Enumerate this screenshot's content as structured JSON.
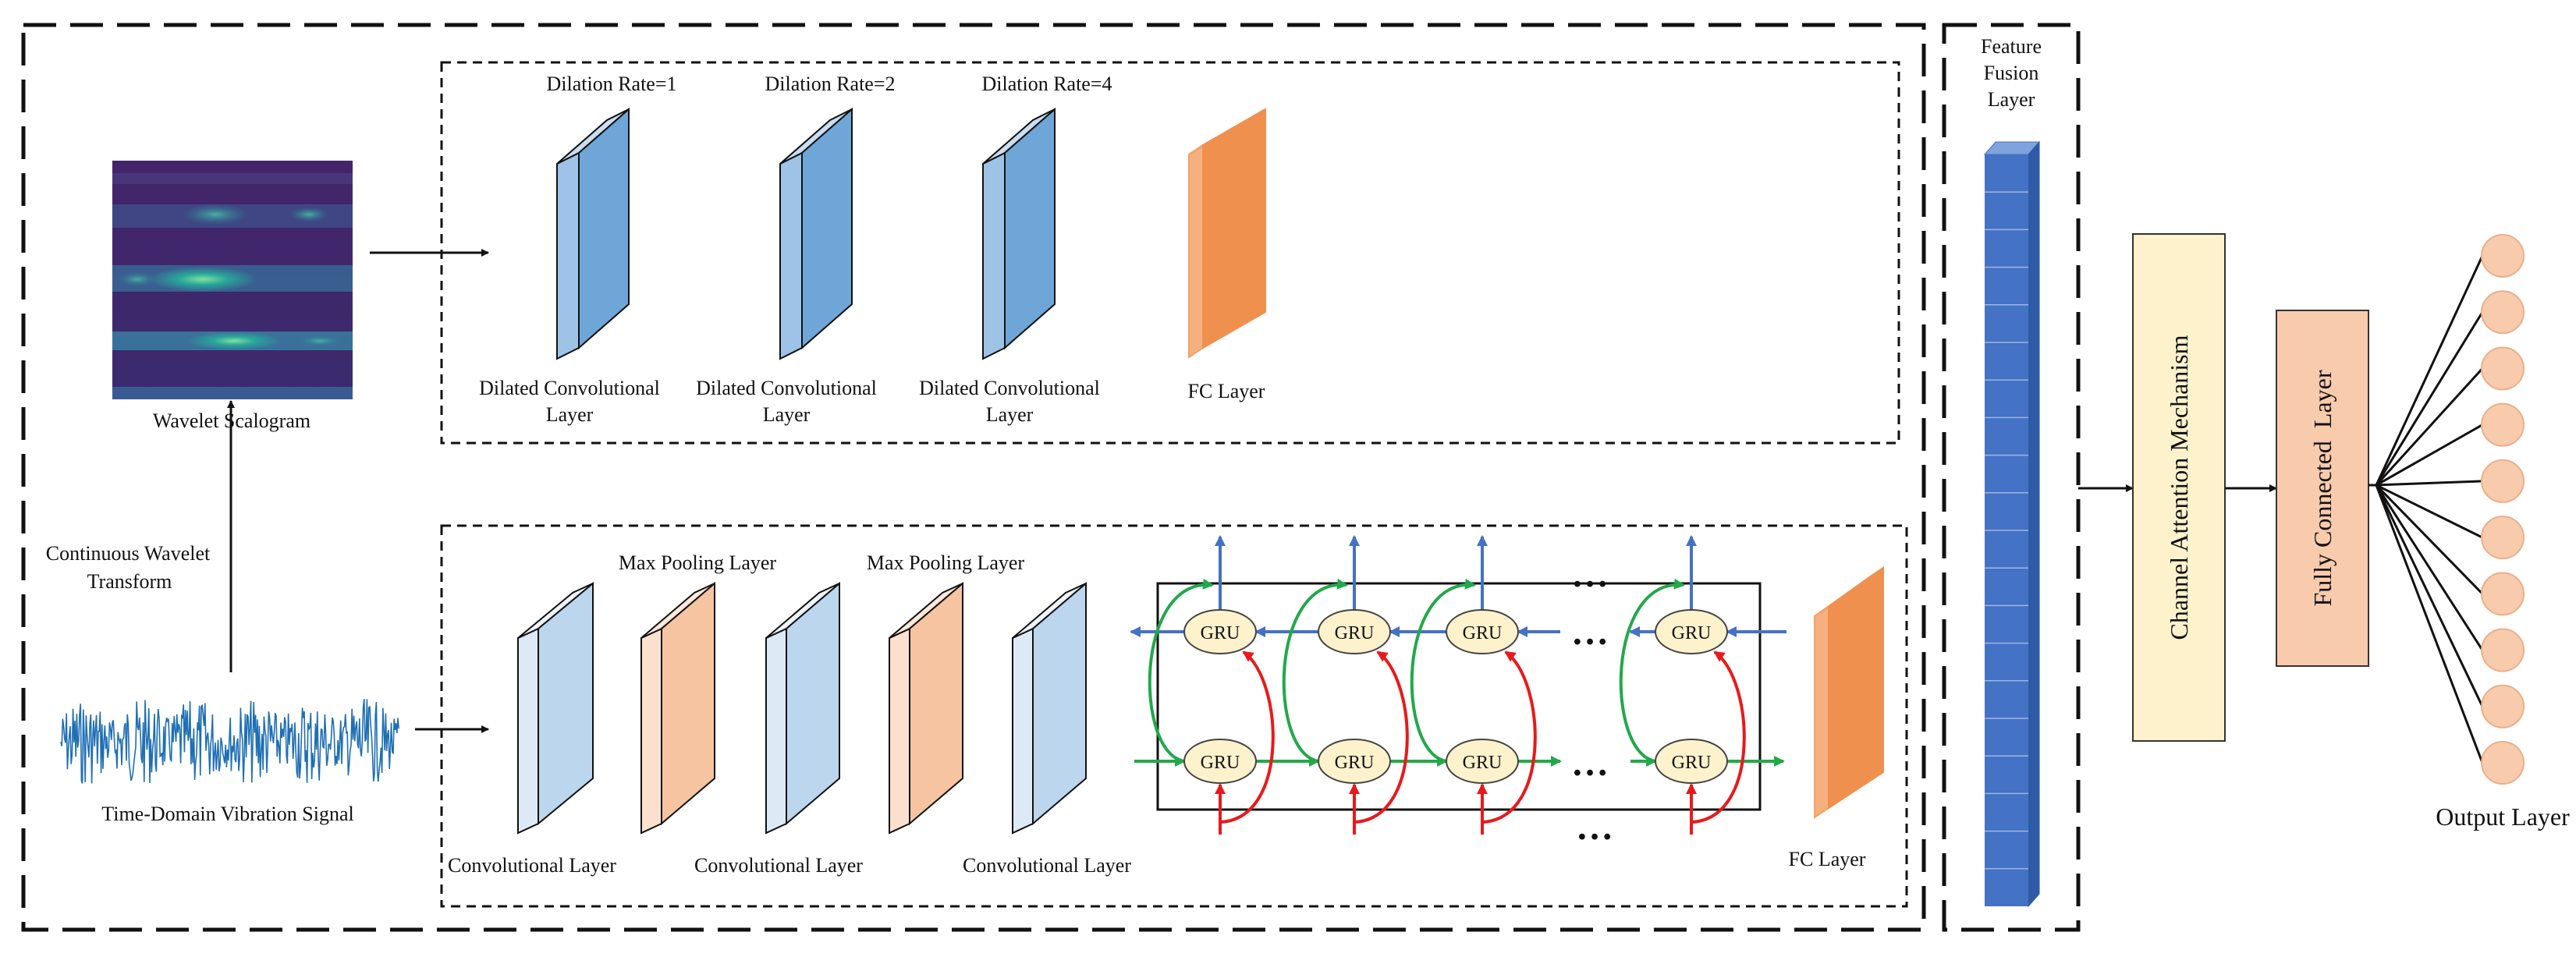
{
  "wavelet": {
    "caption": "Wavelet Scalogram",
    "transform_label_line1": "Continuous Wavelet",
    "transform_label_line2": "Transform"
  },
  "signal": {
    "caption": "Time-Domain Vibration Signal"
  },
  "dilated_branch": {
    "blocks": [
      {
        "rate_label": "Dilation Rate=1",
        "name_line1": "Dilated Convolutional",
        "name_line2": "Layer"
      },
      {
        "rate_label": "Dilation Rate=2",
        "name_line1": "Dilated Convolutional",
        "name_line2": "Layer"
      },
      {
        "rate_label": "Dilation Rate=4",
        "name_line1": "Dilated Convolutional",
        "name_line2": "Layer"
      }
    ],
    "fc_label": "FC Layer"
  },
  "cnn_gru_branch": {
    "conv_label": "Convolutional Layer",
    "pool_label": "Max Pooling Layer",
    "gru_label": "GRU",
    "ellipsis": "…",
    "fc_label": "FC Layer"
  },
  "fusion": {
    "title_line1": "Feature",
    "title_line2": "Fusion",
    "title_line3": "Layer"
  },
  "attention": {
    "label": "Channel Attention Mechanism"
  },
  "fully_connected": {
    "label": "Fully Connected  Layer"
  },
  "output": {
    "label": "Output Layer",
    "node_count": 10
  },
  "colors": {
    "blue_face": "#6fa6d8",
    "blue_side": "#9ec3e6",
    "light_blue_face": "#bcd6ee",
    "light_blue_side": "#ddeaf6",
    "orange_face": "#f0904e",
    "orange_side": "#f6b07f",
    "peach_face": "#f6c4a0",
    "peach_side": "#fbe1cd",
    "fusion_blue": "#4472c4",
    "attention_fill": "#fdf2cc",
    "fc_fill": "#f8cbad",
    "gru_fill": "#fdf2cc",
    "green_arrow": "#22a84a",
    "red_arrow": "#e8191c",
    "blue_arrow": "#4472c4",
    "scalogram_bg": "#3b1d5e"
  }
}
